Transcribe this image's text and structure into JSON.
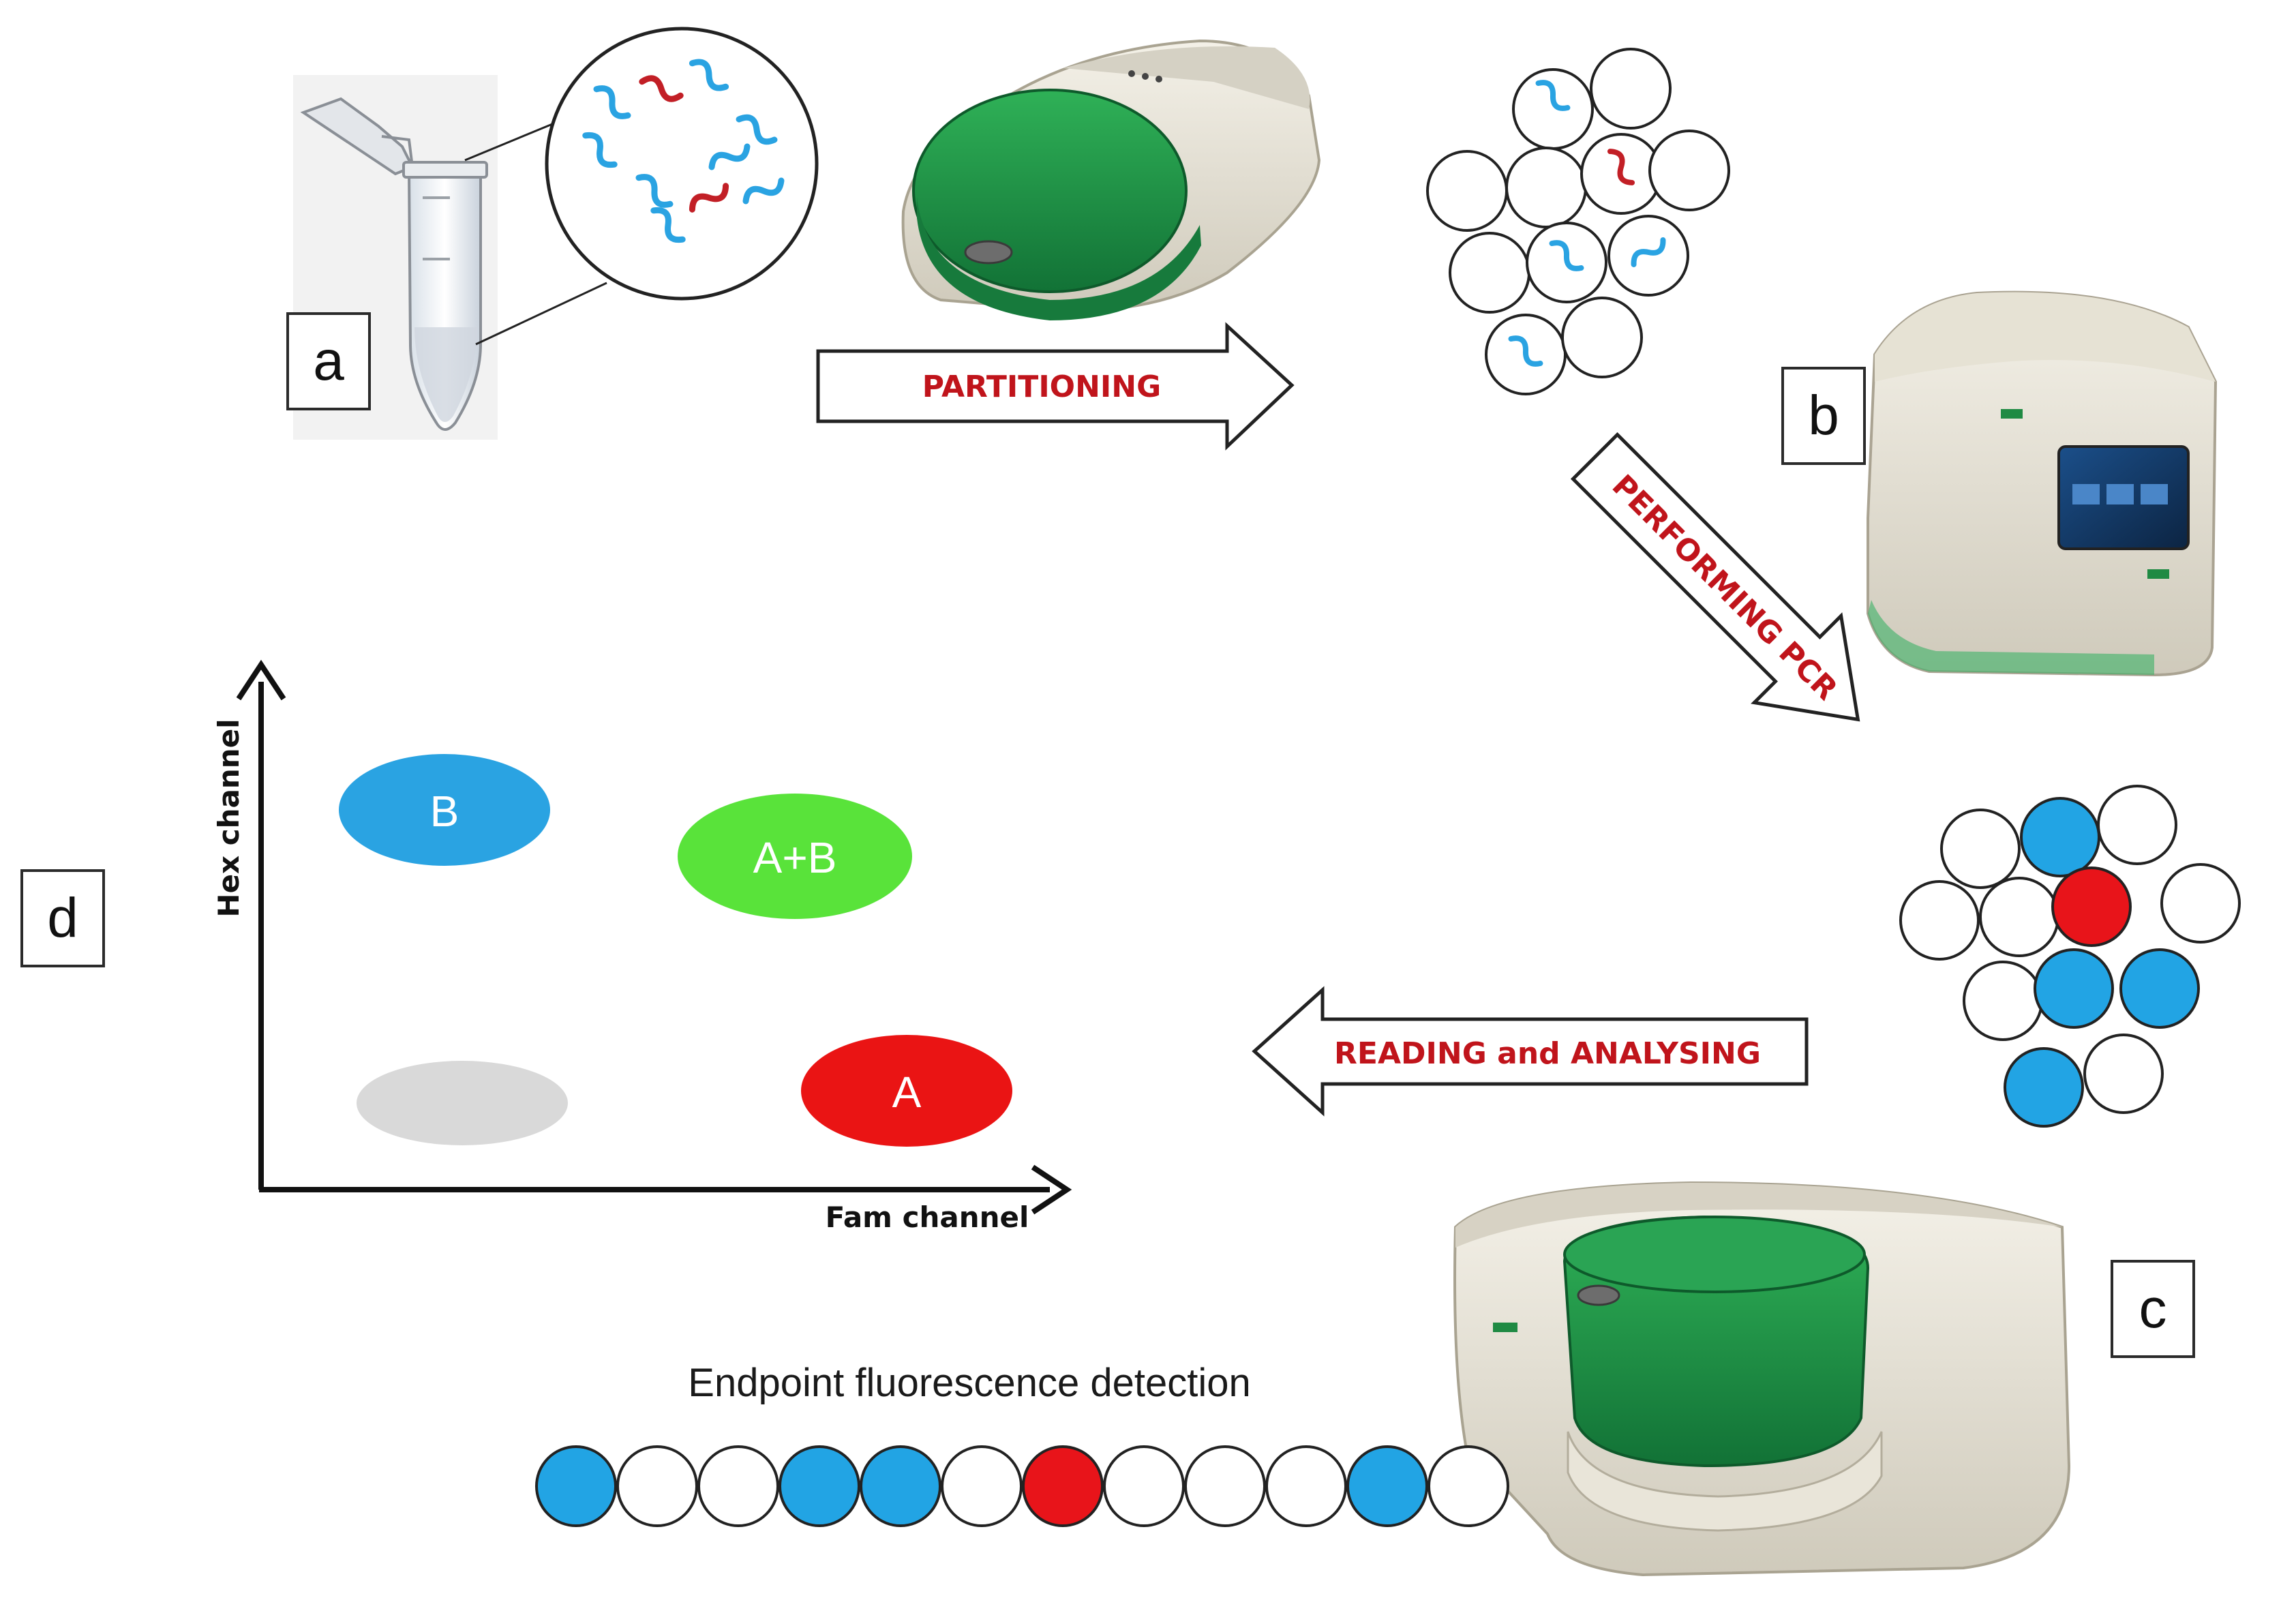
{
  "panels": {
    "a": "a",
    "b": "b",
    "c": "c",
    "d": "d"
  },
  "steps": {
    "partitioning": "PARTITIONING",
    "performing_pcr": "PERFORMING PCR",
    "reading": "READING and ANALYSING"
  },
  "plot": {
    "x_label": "Fam channel",
    "y_label": "Hex channel",
    "clusters": [
      {
        "id": "negative",
        "label": "",
        "color": "#d9d9d9"
      },
      {
        "id": "b",
        "label": "B",
        "color": "#2aa3e2"
      },
      {
        "id": "ab",
        "label": "A+B",
        "color": "#59e33a"
      },
      {
        "id": "a",
        "label": "A",
        "color": "#ea1414"
      }
    ]
  },
  "detection": {
    "caption": "Endpoint fluorescence detection",
    "droplets": [
      "blue",
      "white",
      "white",
      "blue",
      "blue",
      "white",
      "red",
      "white",
      "white",
      "white",
      "blue",
      "white"
    ]
  },
  "colors": {
    "blue": "#22a4e4",
    "red": "#e8141a",
    "white": "#ffffff",
    "instrument_green": "#1f8a43",
    "instrument_body": "#ece8dc",
    "step_text": "#c0141b"
  },
  "icons": {
    "tube": "microcentrifuge-tube",
    "generator": "droplet-generator",
    "cycler": "thermal-cycler",
    "reader": "droplet-reader"
  }
}
